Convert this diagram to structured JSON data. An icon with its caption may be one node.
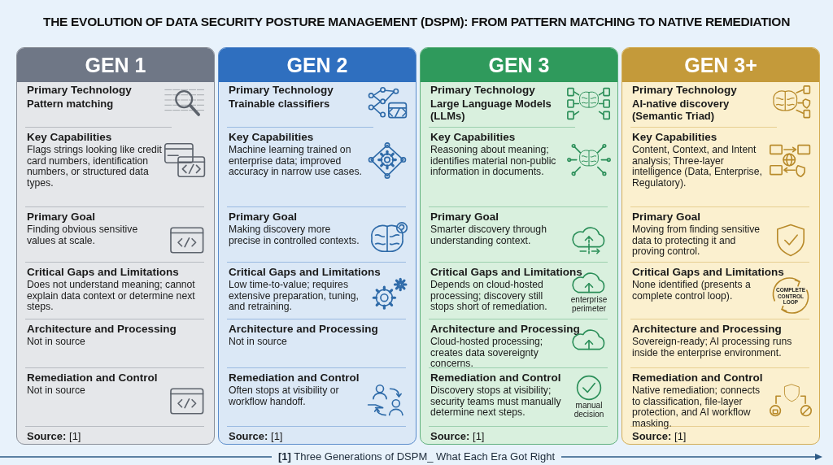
{
  "diagram": {
    "title": "THE EVOLUTION OF DATA SECURITY POSTURE MANAGEMENT (DSPM): FROM PATTERN MATCHING TO NATIVE REMEDIATION",
    "nodes": [
      {
        "text": [
          "GEN 1",
          "Primary Technology",
          "Pattern matching",
          "Key Capabilities",
          "Flags strings looking like credit card numbers, identification numbers, or structured data types.",
          "Primary Goal",
          "Finding obvious sensitive values at scale.",
          "Critical Gaps and Limitations",
          "Does not understand meaning; cannot explain data context or determine next steps.",
          "Architecture and Processing",
          "Not in source",
          "Remediation and Control",
          "Not in source",
          "**Source:** [1]"
        ]
      },
      {
        "text": [
          "GEN 2",
          "Primary Technology",
          "Trainable classifiers",
          "Key Capabilities",
          "Machine learning trained on enterprise data; improved accuracy in narrow use cases.",
          "Primary Goal",
          "Making discovery more precise in controlled contexts.",
          "Critical Gaps and Limitations",
          "Low time-to-value; requires extensive preparation, tuning, and retraining.",
          "Architecture and Processing",
          "Not in source",
          "Remediation and Control",
          "Often stops at visibility or workflow handoff.",
          "**Source:** [1]"
        ]
      },
      {
        "text": [
          "GEN 3",
          "Primary Technology",
          "Large Language Models (LLMs)",
          "Key Capabilities",
          "Reasoning about meaning; identifies material non-public information in documents.",
          "Primary Goal",
          "Smarter discovery through understanding context.",
          "Critical Gaps and Limitations",
          "Depends on cloud-hosted processing; discovery still stops short of remediation.",
          "enterprise perimeter",
          "Architecture and Processing",
          "Cloud-hosted processing; creates data sovereignty concerns.",
          "Remediation and Control",
          "Discovery stops at visibility; security teams must manually determine next steps.",
          "manual decision",
          "**Source:** [1]"
        ]
      },
      {
        "text": [
          "GEN 3+",
          "Primary Technology",
          "AI-native discovery (Semantic Triad)",
          "Key Capabilities",
          "Content, Context, and Intent analysis; Three-layer intelligence (Data, Enterprise, Regulatory).",
          "Primary Goal",
          "Moving from finding sensitive data to protecting it and proving control.",
          "Critical Gaps and Limitations",
          "None identified (presents a complete control loop).",
          "COMPLETE CONTROL LOOP",
          "Architecture and Processing",
          "Sovereign-ready; AI processing runs inside the enterprise environment.",
          "Remediation and Control",
          "Native remediation; connects to classification, file-layer protection, and AI workflow masking.",
          "**Source:** [1]"
        ]
      }
    ],
    "labels": [
      "**[1]** Three Generations of DSPM_ What Each Era Got Right"
    ]
  }
}
